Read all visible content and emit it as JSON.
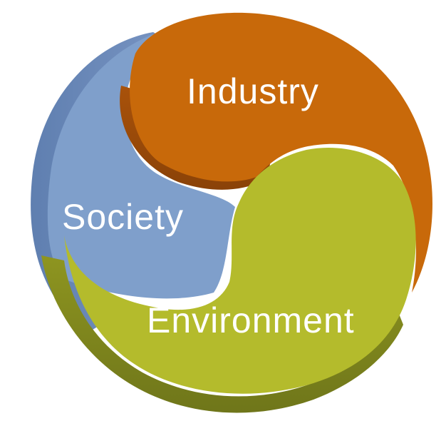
{
  "diagram": {
    "segments": [
      {
        "label": "Industry",
        "color": "#c8690a"
      },
      {
        "label": "Society",
        "color": "#7f9fcb"
      },
      {
        "label": "Environment",
        "color": "#b4bb2c"
      }
    ]
  }
}
